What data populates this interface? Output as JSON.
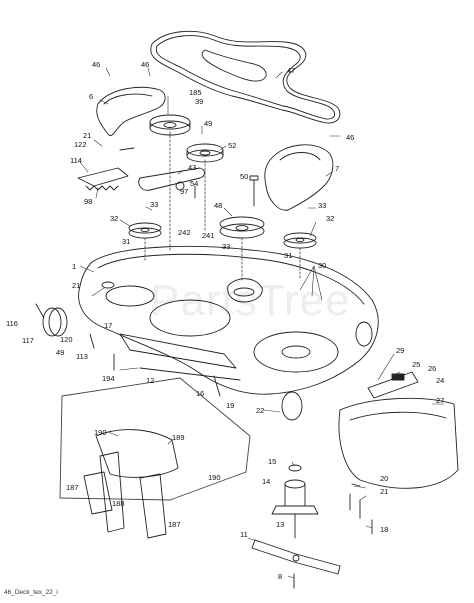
{
  "watermark": "PartsTree",
  "caption": "46_Deck_tex_22_i",
  "callouts": [
    {
      "id": "46a",
      "text": "46"
    },
    {
      "id": "46b",
      "text": "46"
    },
    {
      "id": "47",
      "text": "47"
    },
    {
      "id": "6",
      "text": "6"
    },
    {
      "id": "185",
      "text": "185"
    },
    {
      "id": "39",
      "text": "39"
    },
    {
      "id": "46c",
      "text": "46"
    },
    {
      "id": "21a",
      "text": "21"
    },
    {
      "id": "122",
      "text": "122"
    },
    {
      "id": "49a",
      "text": "49"
    },
    {
      "id": "52",
      "text": "52"
    },
    {
      "id": "114",
      "text": "114"
    },
    {
      "id": "43",
      "text": "43"
    },
    {
      "id": "54",
      "text": "54"
    },
    {
      "id": "50",
      "text": "50"
    },
    {
      "id": "7",
      "text": "7"
    },
    {
      "id": "97",
      "text": "97"
    },
    {
      "id": "98",
      "text": "98"
    },
    {
      "id": "33a",
      "text": "33"
    },
    {
      "id": "33b",
      "text": "33"
    },
    {
      "id": "32a",
      "text": "32"
    },
    {
      "id": "48",
      "text": "48"
    },
    {
      "id": "32b",
      "text": "32"
    },
    {
      "id": "242",
      "text": "242"
    },
    {
      "id": "241",
      "text": "241"
    },
    {
      "id": "31a",
      "text": "31"
    },
    {
      "id": "33c",
      "text": "33"
    },
    {
      "id": "31b",
      "text": "31"
    },
    {
      "id": "1",
      "text": "1"
    },
    {
      "id": "30",
      "text": "30"
    },
    {
      "id": "21b",
      "text": "21"
    },
    {
      "id": "116",
      "text": "116"
    },
    {
      "id": "17",
      "text": "17"
    },
    {
      "id": "117",
      "text": "117"
    },
    {
      "id": "120",
      "text": "120"
    },
    {
      "id": "49b",
      "text": "49"
    },
    {
      "id": "113",
      "text": "113"
    },
    {
      "id": "29",
      "text": "29"
    },
    {
      "id": "25",
      "text": "25"
    },
    {
      "id": "26",
      "text": "26"
    },
    {
      "id": "24",
      "text": "24"
    },
    {
      "id": "194",
      "text": "194"
    },
    {
      "id": "12",
      "text": "12"
    },
    {
      "id": "16",
      "text": "16"
    },
    {
      "id": "19",
      "text": "19"
    },
    {
      "id": "27",
      "text": "27"
    },
    {
      "id": "22",
      "text": "22"
    },
    {
      "id": "190a",
      "text": "190"
    },
    {
      "id": "189",
      "text": "189"
    },
    {
      "id": "15",
      "text": "15"
    },
    {
      "id": "187a",
      "text": "187"
    },
    {
      "id": "190b",
      "text": "190"
    },
    {
      "id": "14",
      "text": "14"
    },
    {
      "id": "20",
      "text": "20"
    },
    {
      "id": "21c",
      "text": "21"
    },
    {
      "id": "188",
      "text": "188"
    },
    {
      "id": "187b",
      "text": "187"
    },
    {
      "id": "13",
      "text": "13"
    },
    {
      "id": "18",
      "text": "18"
    },
    {
      "id": "11",
      "text": "11"
    },
    {
      "id": "8",
      "text": "8"
    }
  ]
}
